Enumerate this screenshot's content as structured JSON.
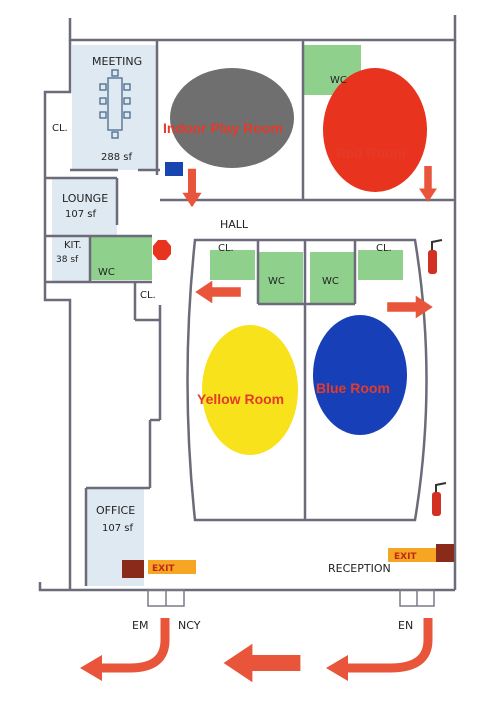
{
  "labels": {
    "meeting": "MEETING",
    "meeting_area": "288 sf",
    "cl": "CL.",
    "lounge": "LOUNGE",
    "lounge_area": "107 sf",
    "kit": "KIT.",
    "kit_area": "38 sf",
    "wc": "WC",
    "hall": "HALL",
    "office": "OFFICE",
    "office_area": "107 sf",
    "reception": "RECEPTION",
    "exit": "EXIT",
    "emergency_partial": "EM",
    "emergency_partial_2": "NCY",
    "emergency_right_partial": "EN"
  },
  "rooms": {
    "indoor_play": "Indoor Play Room",
    "red": "Red Room",
    "yellow": "Yellow Room",
    "blue": "Blue Room"
  },
  "colors": {
    "indoor_play": "#6f6f6f",
    "red": "#e8331f",
    "yellow": "#f7e21c",
    "blue": "#1740b8",
    "room_label": "#e53a2a",
    "wc_fill": "#8fd08c",
    "shaded_room": "#dfe9f2",
    "arrow": "#e8553a",
    "wall": "#6b6b7a"
  },
  "icons": [
    "fire-extinguisher-icon",
    "exit-sign-icon",
    "door-icon",
    "table-chairs-icon"
  ]
}
